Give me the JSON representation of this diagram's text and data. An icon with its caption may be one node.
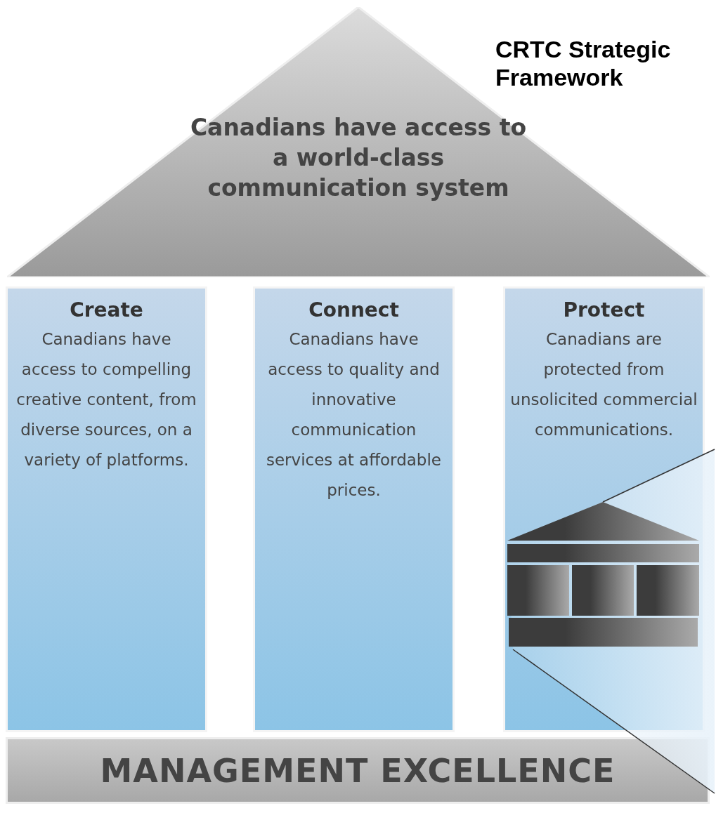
{
  "diagram": {
    "title": "CRTC Strategic Framework",
    "nodes": [
      {
        "text": [
          "Canadians have access to a world-class communication system"
        ]
      },
      {
        "text": [
          "Create",
          "Canadians have access to compelling creative content, from diverse sources, on a variety of platforms."
        ]
      },
      {
        "text": [
          "Connect",
          "Canadians have access to quality and innovative communication services at affordable prices."
        ]
      },
      {
        "text": [
          "Protect",
          "Canadians are protected from unsolicited commercial communications."
        ]
      },
      {
        "text": [
          "MANAGEMENT EXCELLENCE"
        ]
      }
    ],
    "edges": []
  }
}
